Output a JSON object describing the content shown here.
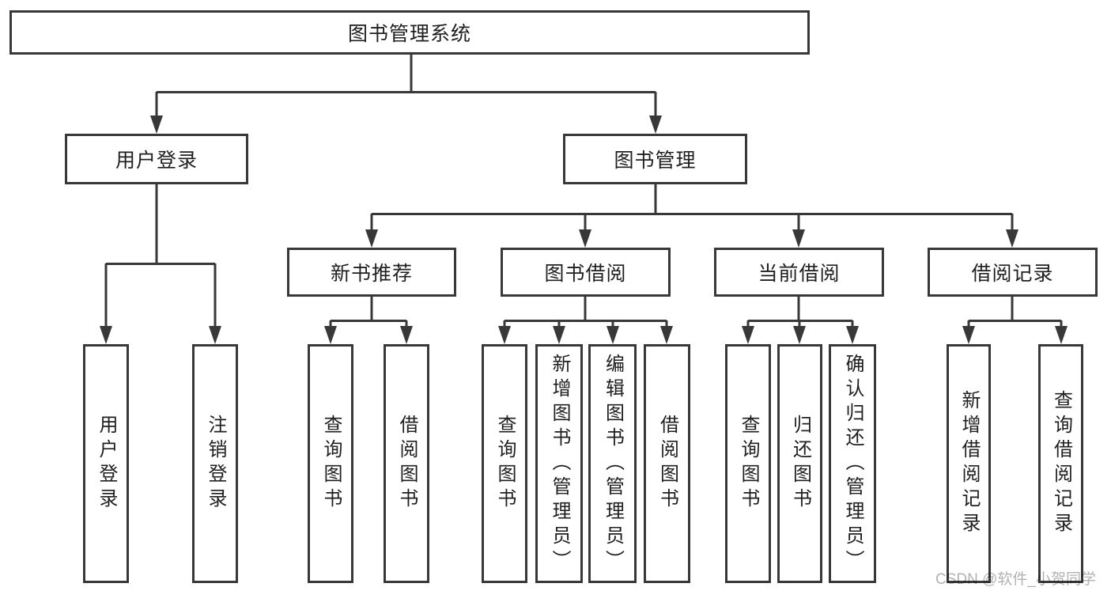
{
  "tree": {
    "root": "图书管理系统",
    "branches": [
      {
        "label": "用户登录",
        "children": [
          "用户登录",
          "注销登录"
        ]
      },
      {
        "label": "图书管理",
        "groups": [
          {
            "label": "新书推荐",
            "children": [
              "查询图书",
              "借阅图书"
            ]
          },
          {
            "label": "图书借阅",
            "children": [
              "查询图书",
              "新增图书（管理员）",
              "编辑图书（管理员）",
              "借阅图书"
            ]
          },
          {
            "label": "当前借阅",
            "children": [
              "查询图书",
              "归还图书",
              "确认归还（管理员）"
            ]
          },
          {
            "label": "借阅记录",
            "children": [
              "新增借阅记录",
              "查询借阅记录"
            ]
          }
        ]
      }
    ]
  },
  "watermark": "CSDN @软件_小贺同学",
  "colors": {
    "line": "#383838",
    "box_border": "#383838",
    "box_fill": "#ffffff",
    "text": "#1f1f1f",
    "watermark": "#b2b2b2"
  }
}
